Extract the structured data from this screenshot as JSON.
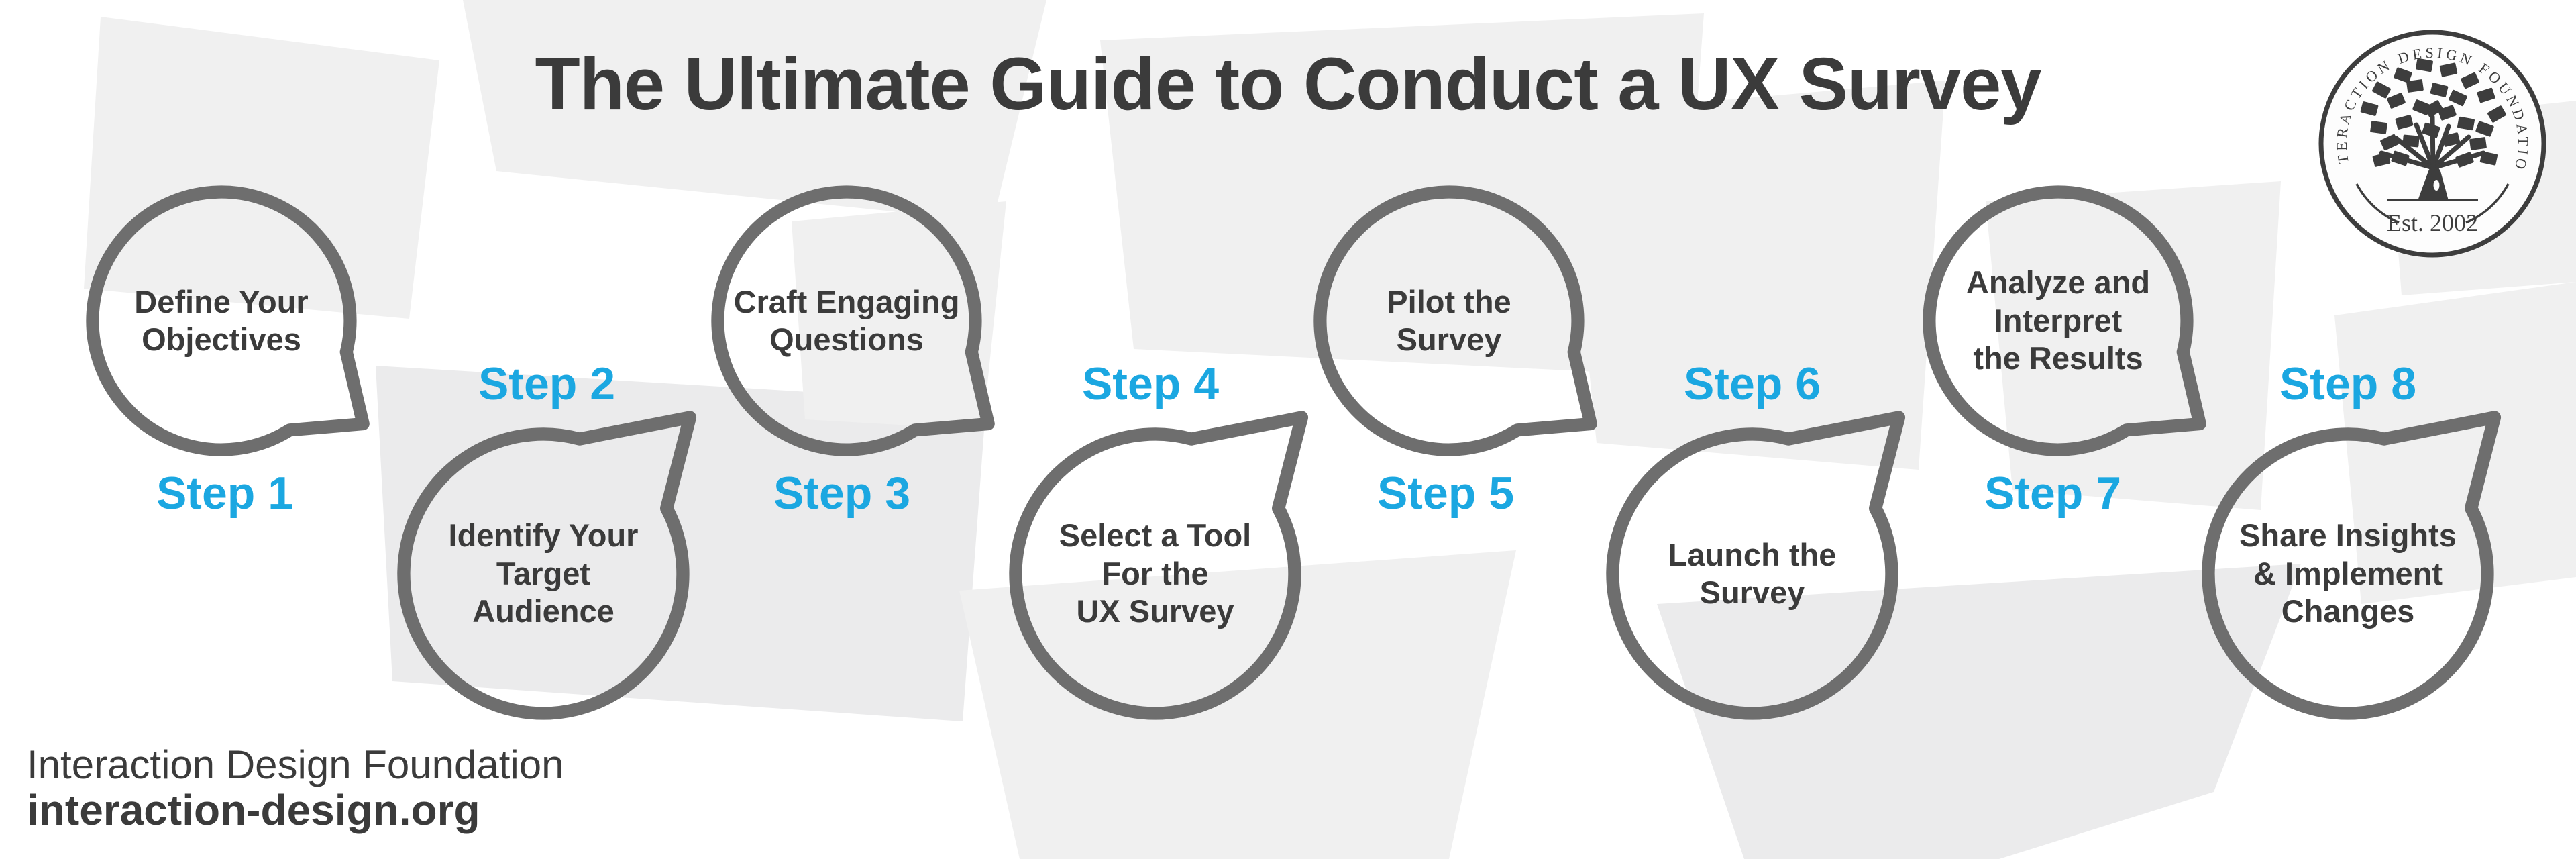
{
  "title": "The Ultimate Guide to Conduct a UX Survey",
  "logo": {
    "arc_text": "INTERACTION DESIGN FOUNDATION",
    "est_text": "Est. 2002"
  },
  "steps": [
    {
      "label": "Step 1",
      "bubble_text": "Define Your\nObjectives"
    },
    {
      "label": "Step 2",
      "bubble_text": "Identify Your\nTarget\nAudience"
    },
    {
      "label": "Step 3",
      "bubble_text": "Craft Engaging\nQuestions"
    },
    {
      "label": "Step 4",
      "bubble_text": "Select a Tool\nFor the\nUX Survey"
    },
    {
      "label": "Step 5",
      "bubble_text": "Pilot the\nSurvey"
    },
    {
      "label": "Step 6",
      "bubble_text": "Launch the\nSurvey"
    },
    {
      "label": "Step 7",
      "bubble_text": "Analyze and\nInterpret\nthe Results"
    },
    {
      "label": "Step 8",
      "bubble_text": "Share Insights\n& Implement\nChanges"
    }
  ],
  "footer": {
    "org_name": "Interaction Design Foundation",
    "website": "interaction-design.org"
  },
  "colors": {
    "accent_blue": "#1BA7E1",
    "bubble_outline": "#6E6E6E",
    "text_dark": "#3B3B3B",
    "watermark_gray": "#F0F0F0"
  }
}
